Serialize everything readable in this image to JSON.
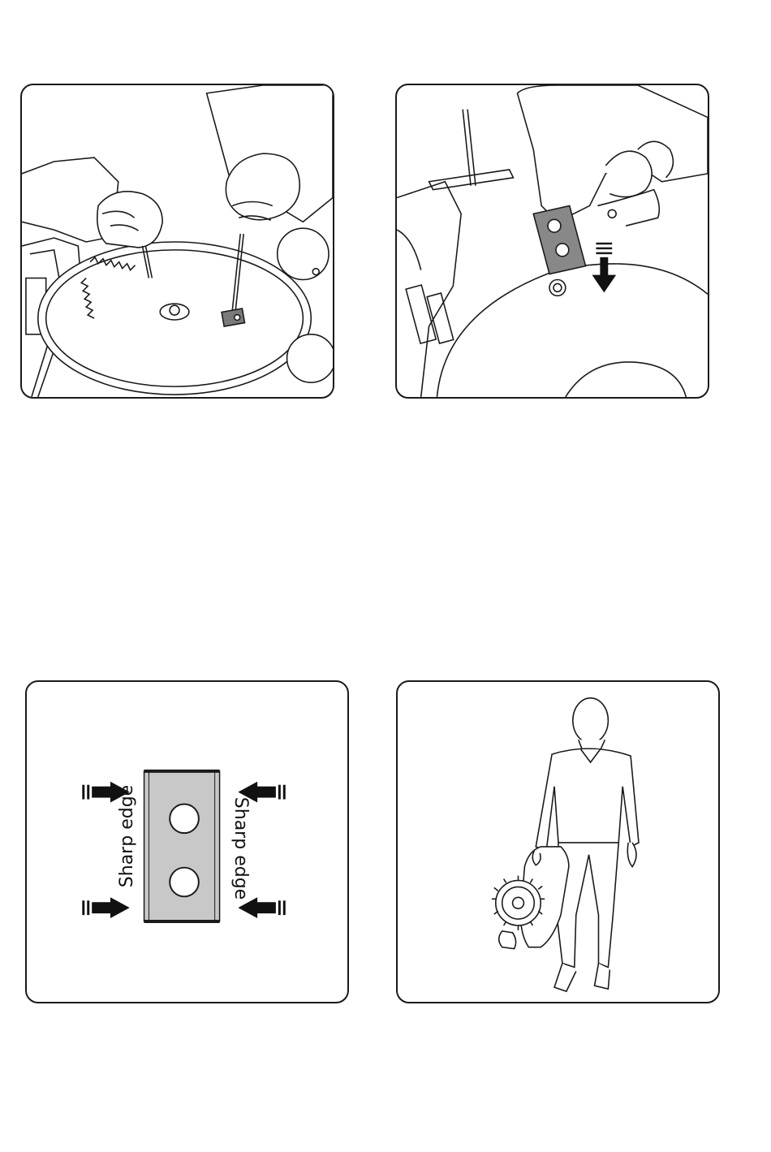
{
  "illustrations": [
    {
      "icon": "screwdriver-blade-removal-illustration"
    },
    {
      "icon": "blade-insertion-illustration"
    },
    {
      "icon": "blade-diagram-illustration"
    },
    {
      "icon": "carrying-mower-illustration"
    }
  ],
  "blade_diagram": {
    "left_label": "Sharp edge",
    "right_label": "Sharp edge",
    "blade_color": "#c8c8c8"
  },
  "colors": {
    "line": "#1a1a1a",
    "fill": "#ffffff"
  }
}
